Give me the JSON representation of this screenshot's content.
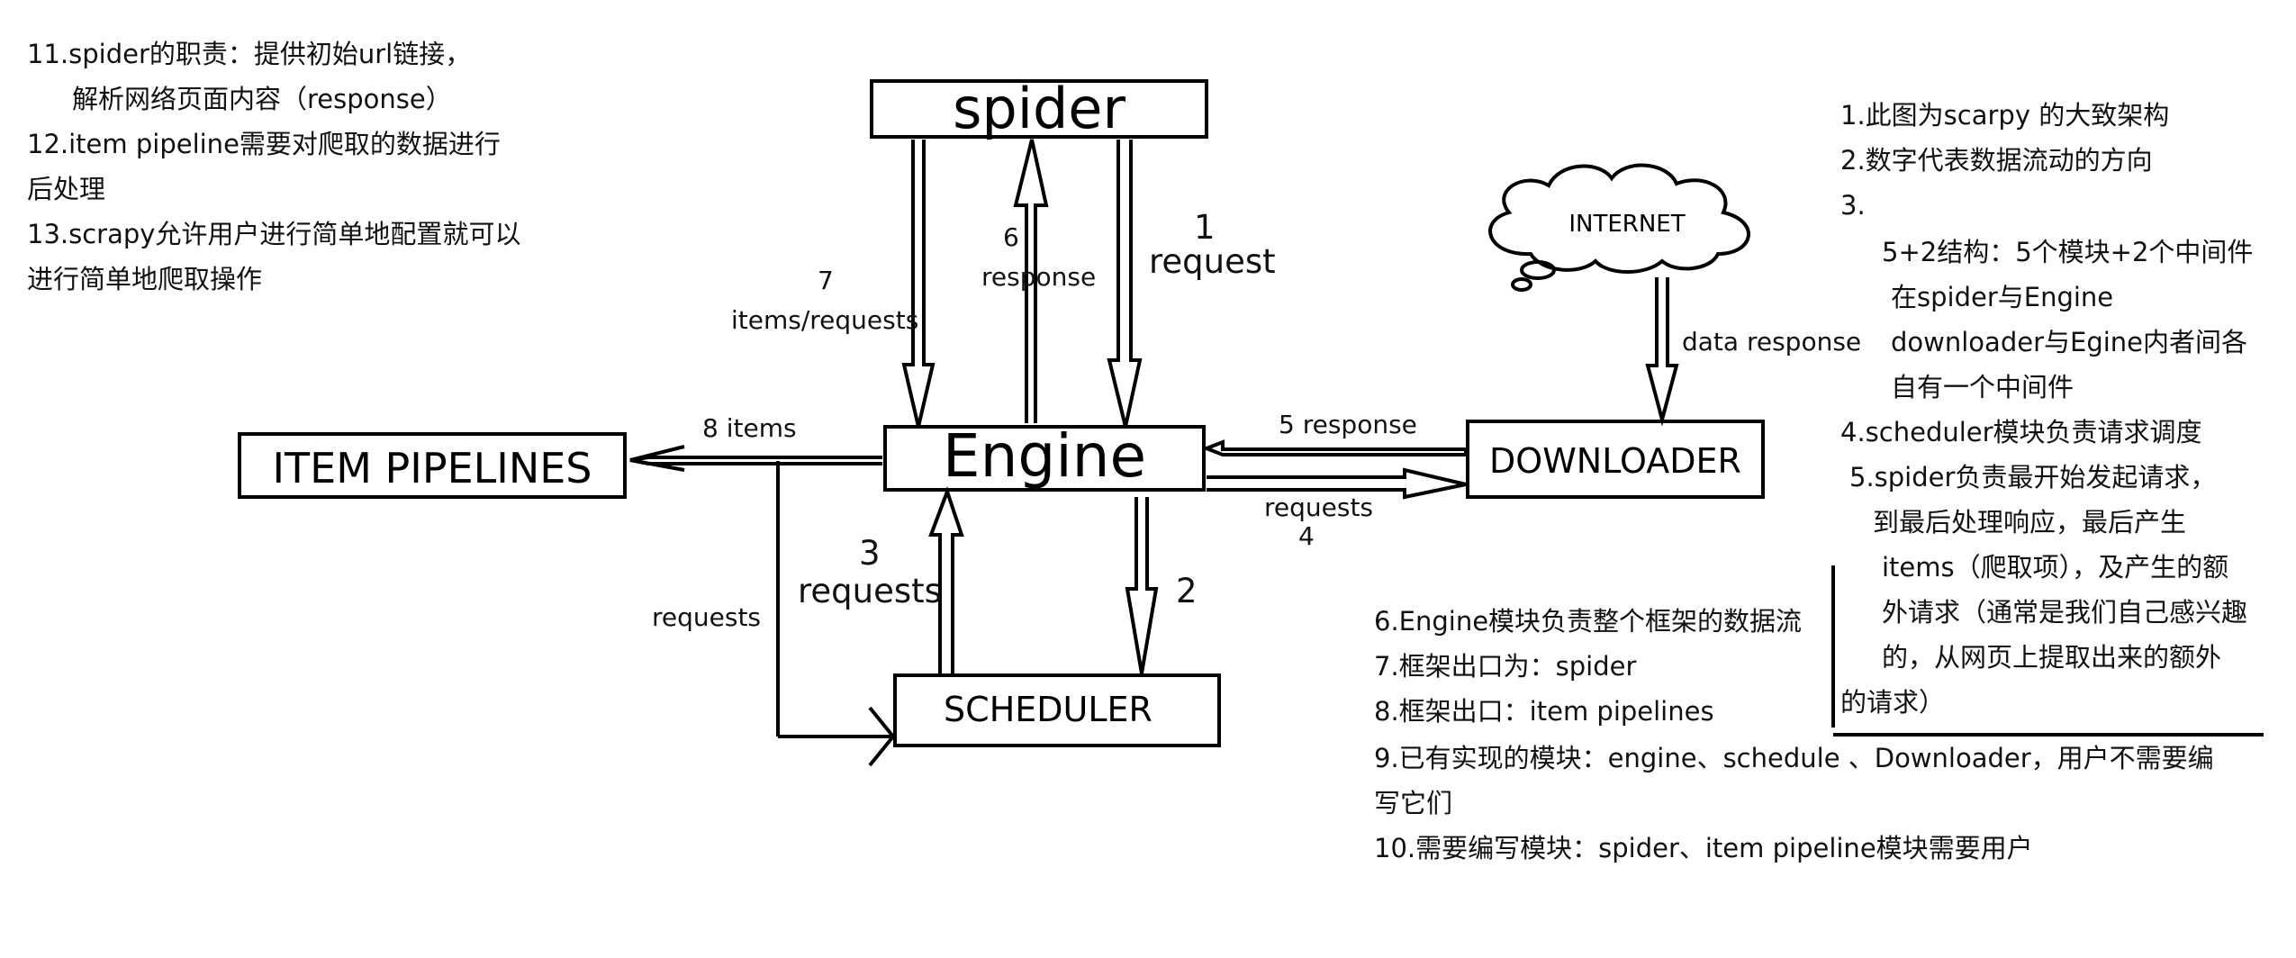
{
  "boxes": {
    "spider": "spider",
    "engine": "Engine",
    "item_pipelines": "ITEM PIPELINES",
    "downloader": "DOWNLOADER",
    "scheduler": "SCHEDULER",
    "internet": "INTERNET"
  },
  "flows": {
    "f1_num": "1",
    "f1_text": "request",
    "f2_num": "2",
    "f3_num": "3",
    "f3_text": "requests",
    "f4_text": "requests",
    "f4_num": "4",
    "f5_text": "5  response",
    "f6_num": "6",
    "f6_text": "response",
    "f7_num": "7",
    "f7_text": "items/requests",
    "f8_text": "8  items",
    "loop_text": "requests",
    "data_response": "data  response"
  },
  "notes_left": [
    "11.spider的职责：提供初始url链接，",
    "解析网络页面内容（response）",
    "12.item pipeline需要对爬取的数据进行",
    "后处理",
    "13.scrapy允许用户进行简单地配置就可以",
    "进行简单地爬取操作"
  ],
  "notes_right": [
    "1.此图为scarpy 的大致架构",
    "2.数字代表数据流动的方向",
    "3.",
    "5+2结构：5个模块+2个中间件",
    "在spider与Engine",
    "downloader与Egine内者间各",
    "自有一个中间件",
    "4.scheduler模块负责请求调度",
    "5.spider负责最开始发起请求，",
    "到最后处理响应，最后产生",
    "items（爬取项），及产生的额",
    "外请求（通常是我们自己感兴趣",
    "的，从网页上提取出来的额外",
    "的请求）"
  ],
  "notes_bottom": [
    "6.Engine模块负责整个框架的数据流",
    "7.框架出口为：spider",
    "8.框架出口：item pipelines",
    "9.已有实现的模块：engine、schedule 、Downloader，用户不需要编",
    "写它们",
    "10.需要编写模块：spider、item pipeline模块需要用户"
  ]
}
